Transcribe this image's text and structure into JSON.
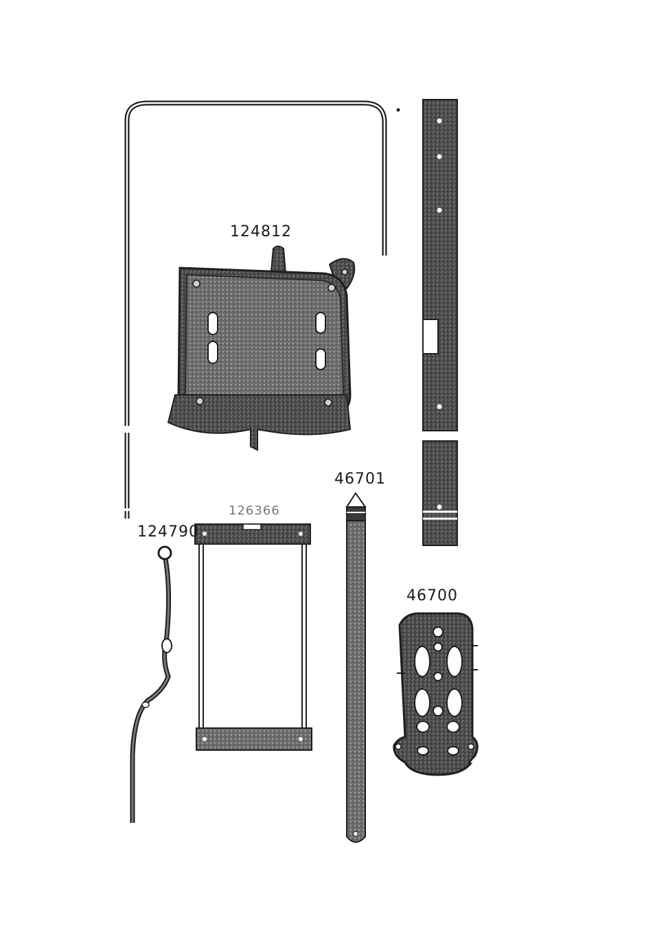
{
  "parts": [
    {
      "id": "frame-rod",
      "number": ""
    },
    {
      "id": "plate-assembly",
      "number": "124812"
    },
    {
      "id": "long-strip",
      "number": ""
    },
    {
      "id": "bent-rod",
      "number": "124790"
    },
    {
      "id": "rect-frame",
      "number": "126366"
    },
    {
      "id": "flat-bar",
      "number": "46701"
    },
    {
      "id": "grate-plate",
      "number": "46700"
    }
  ],
  "colors": {
    "ink": "#1e1e1e",
    "metal_dark": "#3a3a3a",
    "metal_mid": "#5c5c5c",
    "metal_light": "#8a8a8a",
    "paper": "#ffffff"
  }
}
